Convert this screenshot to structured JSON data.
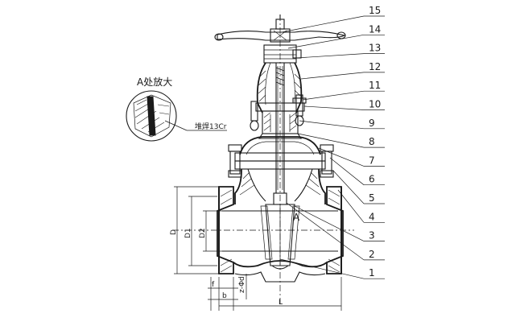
{
  "detail": {
    "title": "A处放大",
    "note": "堆焊13Cr"
  },
  "section_marker": "A",
  "part_numbers": [
    "15",
    "14",
    "13",
    "12",
    "11",
    "10",
    "9",
    "8",
    "7",
    "6",
    "5",
    "4",
    "3",
    "2",
    "1"
  ],
  "dimensions": {
    "D": "D",
    "D1": "D1",
    "D2": "D2",
    "f": "f",
    "b": "b",
    "z_d": "z-Φd",
    "L": "L"
  }
}
